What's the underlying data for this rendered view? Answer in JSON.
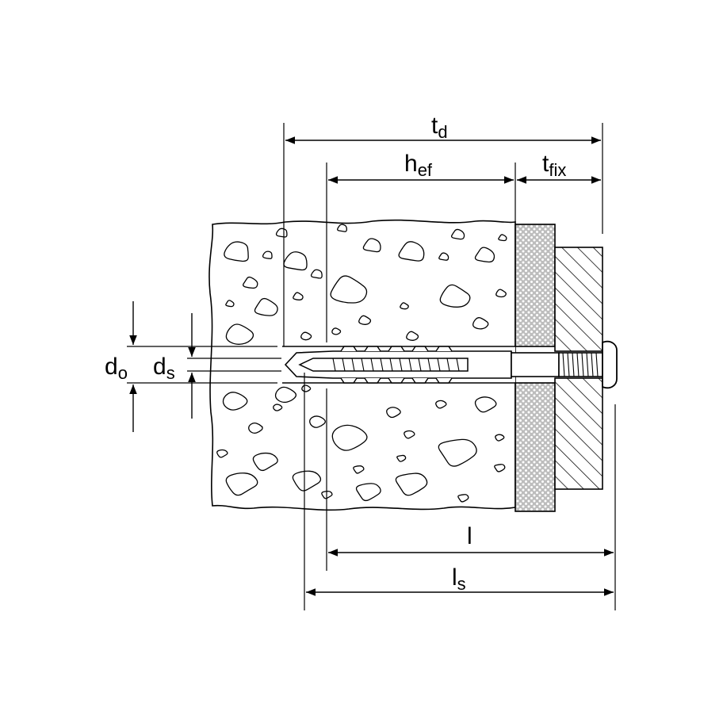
{
  "labels": {
    "td": {
      "main": "t",
      "sub": "d"
    },
    "hef": {
      "main": "h",
      "sub": "ef"
    },
    "tfix": {
      "main": "t",
      "sub": "fix"
    },
    "do": {
      "main": "d",
      "sub": "o"
    },
    "ds": {
      "main": "d",
      "sub": "s"
    },
    "l": {
      "main": "l",
      "sub": ""
    },
    "ls": {
      "main": "l",
      "sub": "s"
    }
  },
  "colors": {
    "line": "#000000",
    "background": "#ffffff"
  }
}
